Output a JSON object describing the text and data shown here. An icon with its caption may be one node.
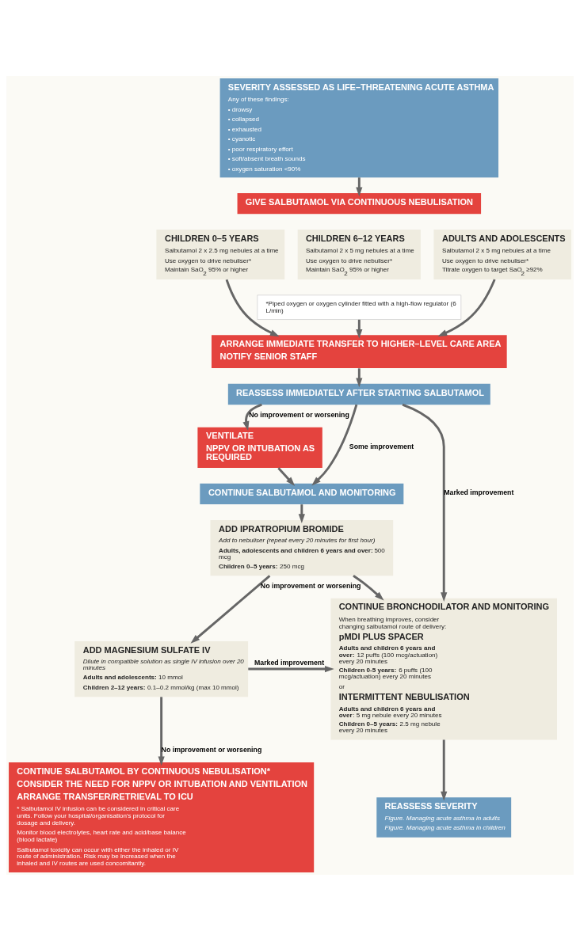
{
  "diagram": {
    "nodes": [
      {
        "text": [
          "SEVERITY ASSESSED AS LIFE–THREATENING ACUTE ASTHMA",
          "Any of these findings:",
          "• drowsy",
          "• collapsed",
          "• exhausted",
          "• cyanotic",
          "• poor respiratory effort",
          "• soft/absent breath sounds",
          "• oxygen saturation <90%"
        ]
      },
      {
        "text": [
          "GIVE SALBUTAMOL VIA CONTINUOUS NEBULISATION"
        ]
      },
      {
        "text": [
          "CHILDREN 0–5 YEARS",
          "Salbutamol 2 x 2.5 mg nebules at a time",
          "Use oxygen to drive nebuliser*",
          "Maintain SaO$_{2}$ 95% or higher"
        ]
      },
      {
        "text": [
          "CHILDREN 6–12 YEARS",
          "Salbutamol 2 x 5 mg nebules at a time",
          "Use oxygen to drive nebuliser*",
          "Maintain SaO$_{2}$ 95% or higher"
        ]
      },
      {
        "text": [
          "ADULTS AND ADOLESCENTS",
          "Salbutamol 2 x 5 mg nebules at a time",
          "Use oxygen to drive nebuliser*",
          "Titrate oxygen to target SaO$_{2}$ ≥92%"
        ]
      },
      {
        "text": [
          "*Piped oxygen or oxygen cylinder fitted with a high-flow regulator (6 L/min)"
        ]
      },
      {
        "text": [
          "ARRANGE IMMEDIATE TRANSFER TO HIGHER–LEVEL CARE AREA",
          "NOTIFY SENIOR STAFF"
        ]
      },
      {
        "text": [
          "REASSESS IMMEDIATELY AFTER STARTING SALBUTAMOL"
        ]
      },
      {
        "text": [
          "VENTILATE",
          "NPPV OR INTUBATION AS REQUIRED"
        ]
      },
      {
        "text": [
          "CONTINUE SALBUTAMOL AND MONITORING"
        ]
      },
      {
        "text": [
          "ADD IPRATROPIUM BROMIDE",
          "Add to nebuliser (repeat every 20 minutes for first hour)",
          "**Adults, adolescents and children 6 years and over:** 500 mcg",
          "**Children 0–5 years:** 250 mcg"
        ]
      },
      {
        "text": [
          "ADD MAGNESIUM SULFATE IV",
          "Dilute in compatible solution as single IV infusion over 20 minutes",
          "**Adults and adolescents:** 10 mmol",
          "**Children 2–12 years:** 0.1–0.2 mmol/kg (max 10 mmol)"
        ]
      },
      {
        "text": [
          "CONTINUE BRONCHODILATOR AND MONITORING",
          "When breathing improves, consider changing salbutamol route of delivery:",
          "pMDI PLUS SPACER",
          "**Adults and children 6 years and over:** 12 puffs (100 mcg/actuation) every 20 minutes",
          "**Children 0-5 years:** 6 puffs (100 mcg/actuation) every 20 minutes",
          "or",
          "INTERMITTENT NEBULISATION",
          "**Adults and children 6 years and over**: 5 mg nebule every 20 minutes",
          "**Children 0–5 years:** 2.5 mg nebule every 20 minutes"
        ]
      },
      {
        "text": [
          "REASSESS SEVERITY",
          "Figure. Managing acute asthma in adults",
          "Figure. Managing acute asthma in children"
        ]
      },
      {
        "text": [
          "CONTINUE SALBUTAMOL BY CONTINUOUS NEBULISATION*",
          "CONSIDER THE NEED FOR NPPV OR INTUBATION AND VENTILATION",
          "ARRANGE TRANSFER/RETRIEVAL TO ICU",
          "* Salbutamol IV infusion can be considered in critical care units. Follow your hospital/organisation's protocol for dosage and delivery.",
          "Monitor blood electrolytes, heart rate and acid/base balance (blood lactate)",
          "Salbutamol toxicity can occur with either the inhaled or IV route of administration. Risk may be increased when the inhaled and IV routes are used concomitantly."
        ]
      }
    ],
    "edges": [
      {
        "from": 0,
        "to": 1,
        "arrow": "to"
      },
      {
        "from": 2,
        "to": 6,
        "arrow": "to"
      },
      {
        "from": 5,
        "to": 6,
        "arrow": "to"
      },
      {
        "from": 4,
        "to": 6,
        "arrow": "to"
      },
      {
        "from": 6,
        "to": 7,
        "arrow": "to"
      },
      {
        "from": 7,
        "to": 12,
        "label": "Marked improvement",
        "arrow": "to"
      },
      {
        "from": 7,
        "to": 9,
        "label": "Some improvement",
        "arrow": "to"
      },
      {
        "from": 7,
        "to": 8,
        "label": "No improvement or worsening",
        "arrow": "to"
      },
      {
        "from": 8,
        "to": 9,
        "arrow": "to"
      },
      {
        "from": 9,
        "to": 10,
        "arrow": "to"
      },
      {
        "from": 10,
        "to": 11,
        "label": "No improvement or worsening",
        "arrow": "to"
      },
      {
        "from": 10,
        "to": 12,
        "arrow": "to"
      },
      {
        "from": 11,
        "to": 12,
        "label": "Marked improvement",
        "arrow": "to"
      },
      {
        "from": 11,
        "to": 14,
        "label": "No improvement or worsening",
        "arrow": "to"
      },
      {
        "from": 12,
        "to": 13,
        "arrow": "to"
      }
    ]
  }
}
